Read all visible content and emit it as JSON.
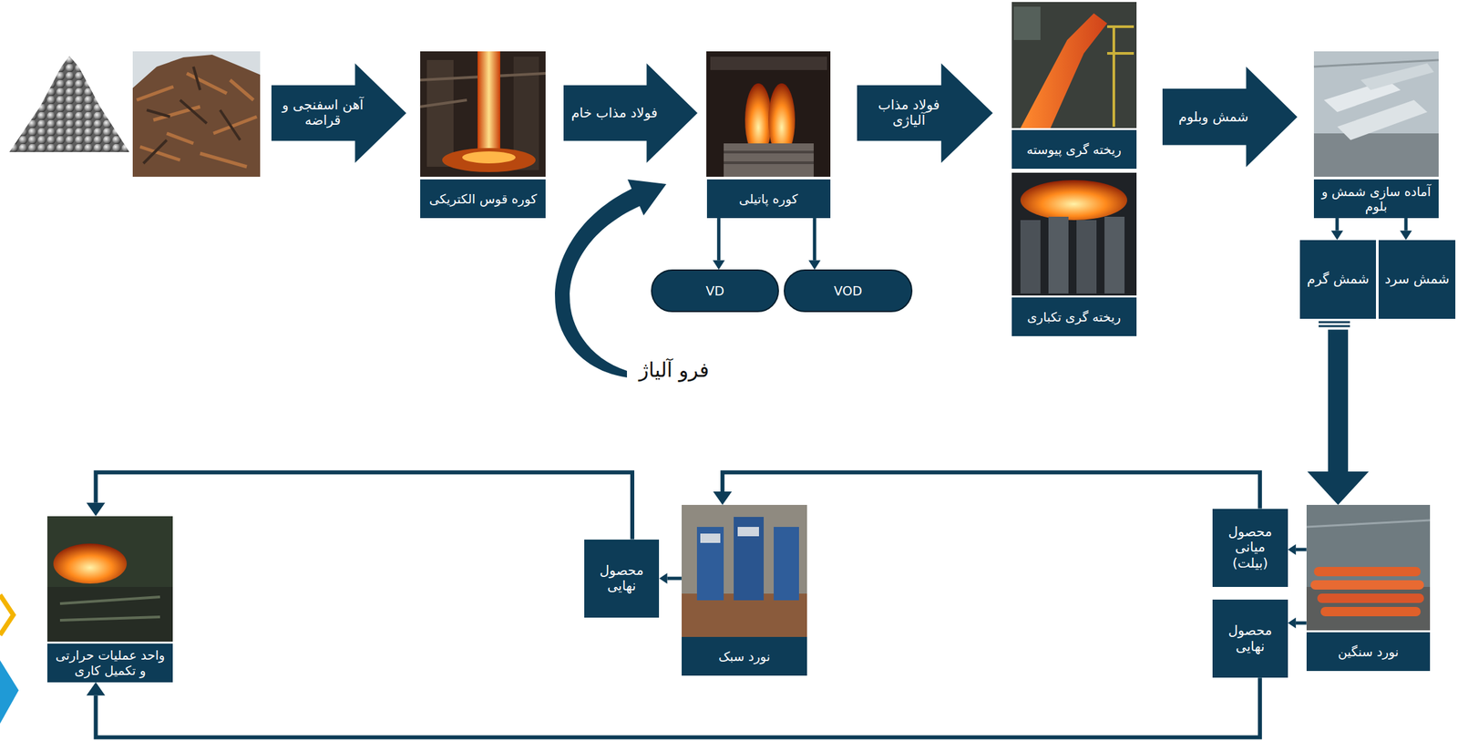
{
  "diagram": {
    "nodes": [
      {
        "text": [
          "آهن اسفنجی و قراضه"
        ]
      },
      {
        "text": [
          "کوره قوس الکتریکی"
        ]
      },
      {
        "text": [
          "فولاد مذاب خام"
        ]
      },
      {
        "text": [
          "کوره پاتیلی"
        ]
      },
      {
        "text": [
          "VD"
        ]
      },
      {
        "text": [
          "VOD"
        ]
      },
      {
        "text": [
          "فولاد مذاب آلیاژی"
        ]
      },
      {
        "text": [
          "ریخته گری پیوسته"
        ]
      },
      {
        "text": [
          "ریخته گری تکباری"
        ]
      },
      {
        "text": [
          "شمش وبلوم"
        ]
      },
      {
        "text": [
          "آماده سازی شمش و بلوم"
        ]
      },
      {
        "text": [
          "شمش گرم"
        ]
      },
      {
        "text": [
          "شمش سرد"
        ]
      },
      {
        "text": [
          "نورد سنگین"
        ]
      },
      {
        "text": [
          "محصول میانی (بیلت)"
        ]
      },
      {
        "text": [
          "محصول نهایی"
        ]
      },
      {
        "text": [
          "نورد سبک"
        ]
      },
      {
        "text": [
          "محصول نهایی"
        ]
      },
      {
        "text": [
          "واحد عملیات حرارتی و تکمیل کاری"
        ]
      }
    ],
    "edges": [
      {
        "from": 3,
        "to": 4,
        "arrow": "to"
      },
      {
        "from": 3,
        "to": 5,
        "arrow": "to"
      },
      {
        "from": 10,
        "to": 11,
        "arrow": "to"
      },
      {
        "from": 10,
        "to": 12,
        "arrow": "to"
      },
      {
        "from": 11,
        "to": 13,
        "arrow": "to"
      },
      {
        "from": 13,
        "to": 14,
        "arrow": "to"
      },
      {
        "from": 13,
        "to": 15,
        "arrow": "to"
      },
      {
        "from": 14,
        "to": 16,
        "arrow": "to"
      },
      {
        "from": 16,
        "to": 17,
        "arrow": "to"
      },
      {
        "from": 17,
        "to": 18,
        "arrow": "to"
      },
      {
        "from": 15,
        "to": 18,
        "arrow": "to"
      }
    ],
    "labels": [
      "فرو آلیاژ"
    ]
  }
}
